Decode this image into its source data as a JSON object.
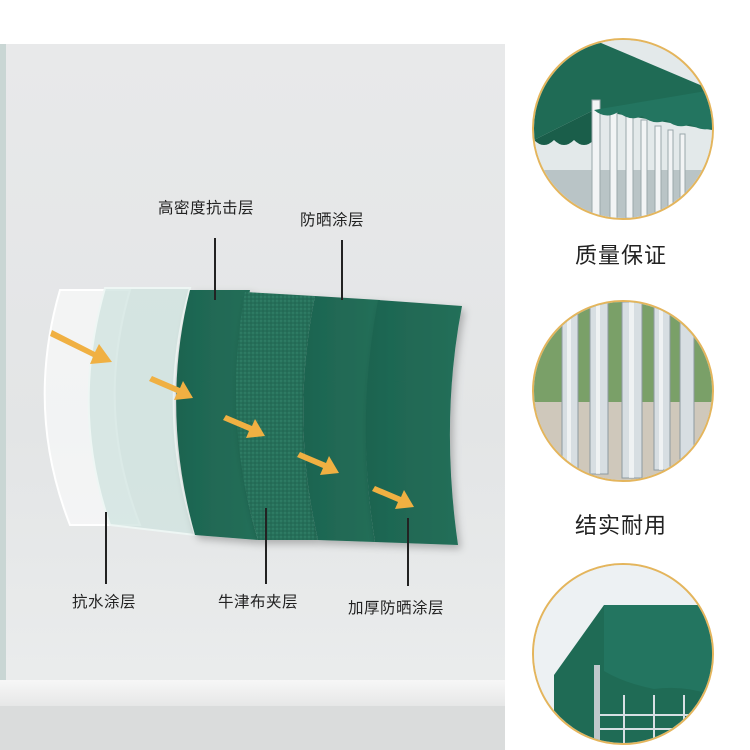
{
  "layers": {
    "high_density_label": "高密度抗击层",
    "sun_coating_label": "防晒涂层",
    "waterproof_label": "抗水涂层",
    "oxford_label": "牛津布夹层",
    "thick_sun_label": "加厚防晒涂层"
  },
  "features": [
    {
      "caption": "质量保证",
      "image_icon": "tent-canopy-photo"
    },
    {
      "caption": "结实耐用",
      "image_icon": "steel-poles-photo"
    },
    {
      "caption": "",
      "image_icon": "canopy-roof-photo"
    }
  ],
  "colors": {
    "canopy_green": "#1f6b55",
    "arrow_orange": "#f0b042",
    "ring_gold": "#e4b55c"
  }
}
